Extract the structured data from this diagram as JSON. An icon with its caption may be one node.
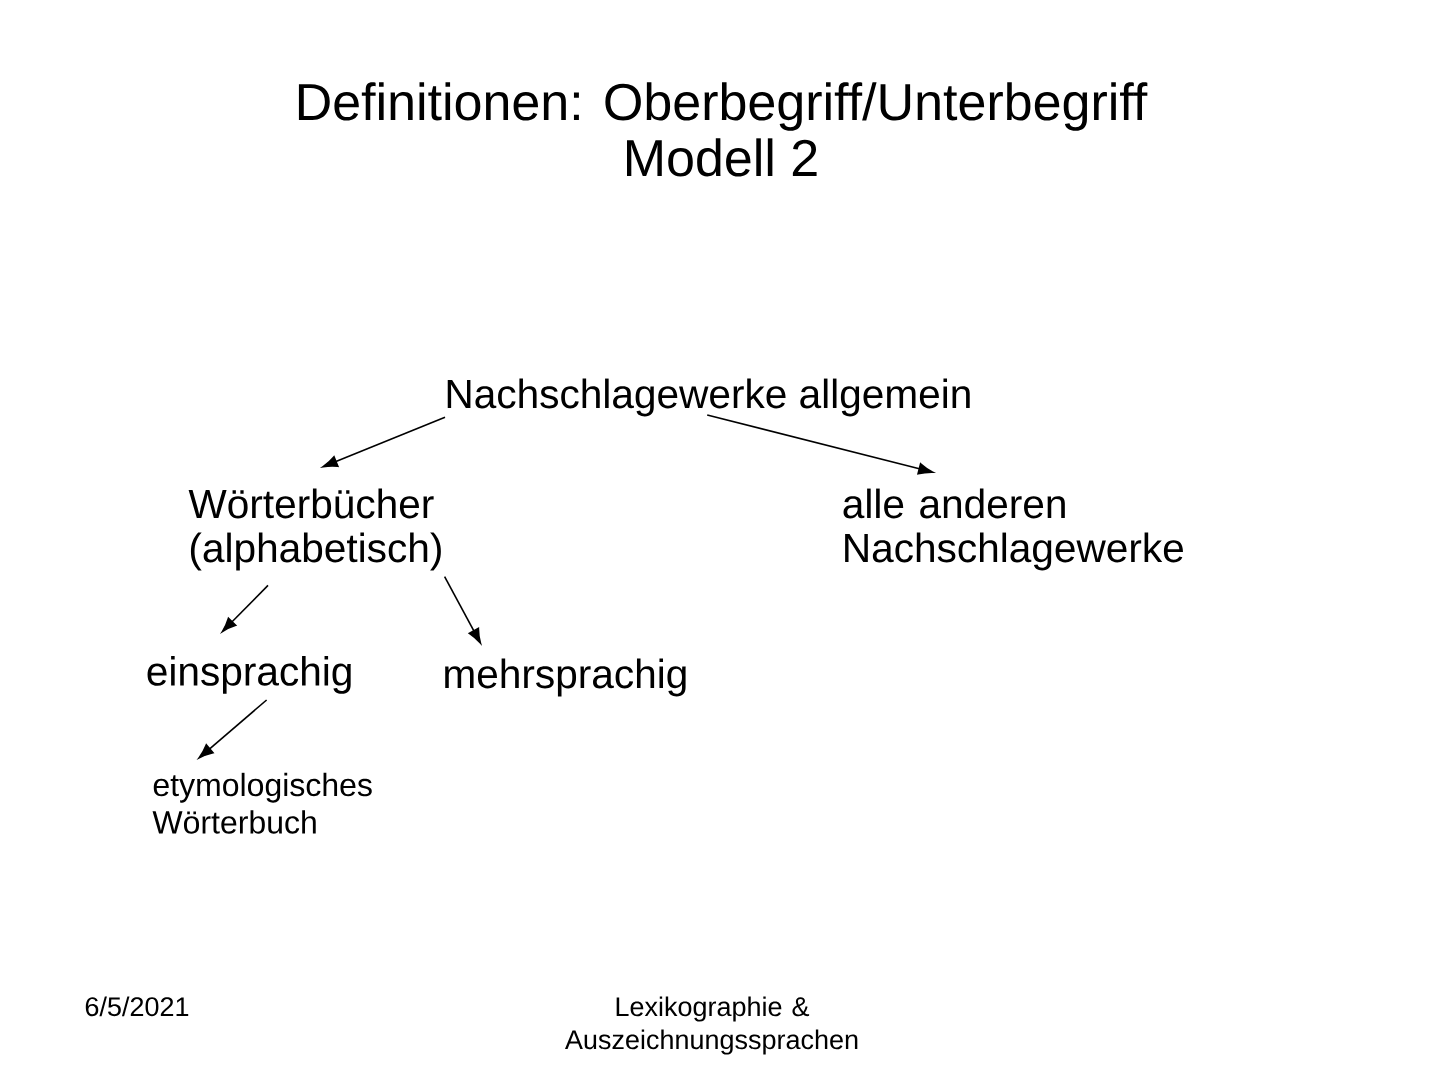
{
  "diagram": {
    "title": "Definitionen: Oberbegriff/Unterbegriff Modell 2",
    "nodes": [
      {
        "text": [
          "Nachschlagewerke allgemein"
        ]
      },
      {
        "text": [
          "Wörterbücher (alphabetisch)"
        ]
      },
      {
        "text": [
          "alle anderen Nachschlagewerke"
        ]
      },
      {
        "text": [
          "einsprachig"
        ]
      },
      {
        "text": [
          "mehrsprachig"
        ]
      },
      {
        "text": [
          "etymologisches Wörterbuch"
        ]
      }
    ],
    "edges": [
      {
        "from": 0,
        "to": 1,
        "arrow": "to"
      },
      {
        "from": 0,
        "to": 2,
        "arrow": "to"
      },
      {
        "from": 1,
        "to": 3,
        "arrow": "to"
      },
      {
        "from": 1,
        "to": 4,
        "arrow": "to"
      },
      {
        "from": 3,
        "to": 5,
        "arrow": "to"
      }
    ],
    "labels": [
      "6/5/2021",
      "Lexikographie & Auszeichnungssprachen"
    ]
  }
}
